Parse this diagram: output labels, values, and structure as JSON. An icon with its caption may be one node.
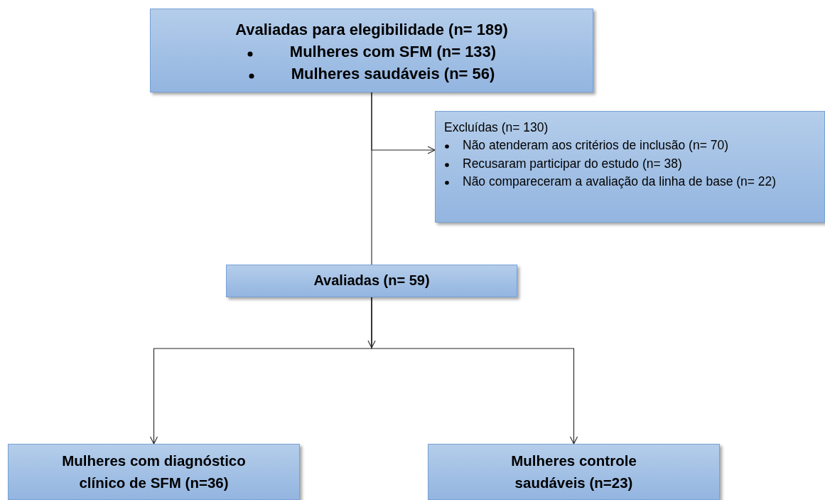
{
  "diagram": {
    "nodes": [
      {
        "text": [
          "Avaliadas para elegibilidade (n= 189)",
          "Mulheres com SFM (n= 133)",
          "Mulheres saudáveis (n= 56)"
        ]
      },
      {
        "text": [
          "Excluídas (n= 130)",
          "Não atenderam aos critérios de inclusão (n= 70)",
          "Recusaram participar do estudo (n= 38)",
          "Não compareceram a avaliação da linha de base (n= 22)"
        ]
      },
      {
        "text": [
          "Avaliadas (n= 59)"
        ]
      },
      {
        "text": [
          "Mulheres com diagnóstico clínico de SFM (n=36)"
        ]
      },
      {
        "text": [
          "Mulheres controle saudáveis (n=23)"
        ]
      }
    ],
    "edges": [
      {
        "from": 0,
        "to": 1,
        "arrow": "to"
      },
      {
        "from": 0,
        "to": 2,
        "arrow": "none"
      },
      {
        "from": 2,
        "to": 3,
        "arrow": "to"
      },
      {
        "from": 2,
        "to": 4,
        "arrow": "to"
      }
    ]
  }
}
